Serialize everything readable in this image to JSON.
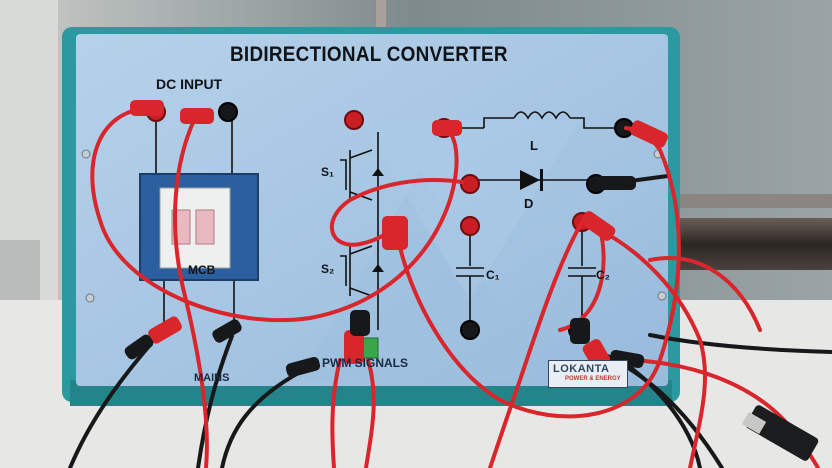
{
  "panel": {
    "title": "BIDIRECTIONAL CONVERTER",
    "dc_input_label": "DC INPUT",
    "mcb_label": "MCB",
    "mains_label": "MAINS",
    "pwm_label": "PWM SIGNALS"
  },
  "components": {
    "s1": "S₁",
    "s2": "S₂",
    "inductor": "L",
    "diode": "D",
    "c1": "C₁",
    "c2": "C₂"
  },
  "brand": {
    "name": "LOKANTA",
    "tagline": "POWER & ENERGY"
  },
  "colors": {
    "panel_blue": "#a7c6e3",
    "frame_teal": "#2a9aa0",
    "lead_red": "#d9262c",
    "lead_black": "#16181a"
  }
}
